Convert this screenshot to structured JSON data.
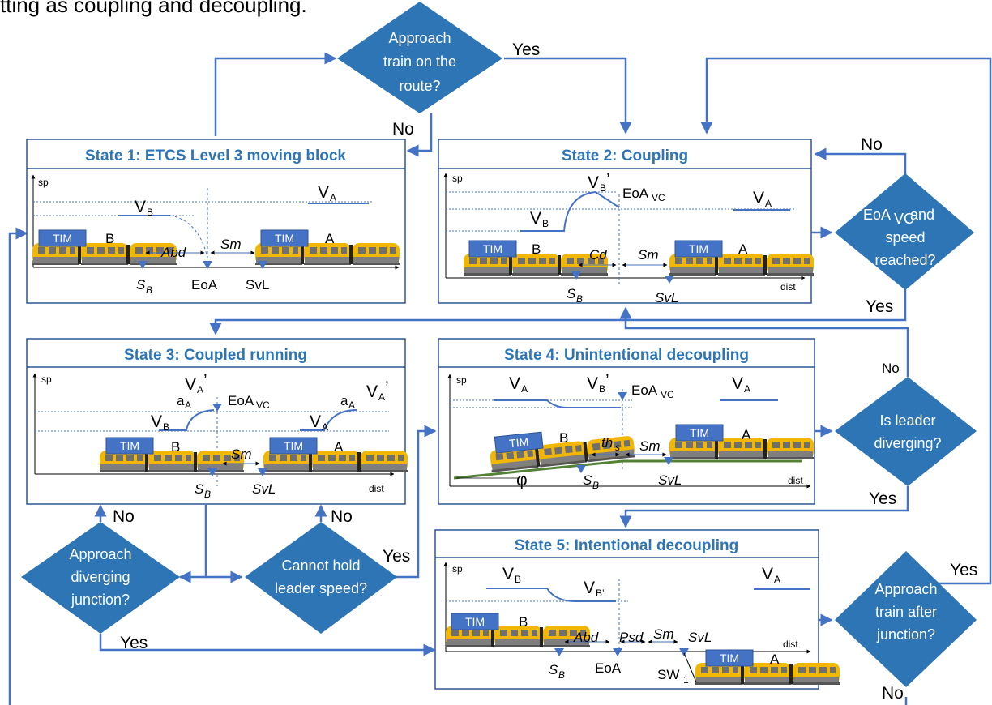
{
  "intro_text": "tting as coupling and decoupling.",
  "states": {
    "s1": "State 1: ETCS Level 3 moving block",
    "s2": "State 2: Coupling",
    "s3": "State 3: Coupled running",
    "s4": "State 4: Unintentional decoupling",
    "s5": "State 5: Intentional decoupling"
  },
  "decisions": {
    "approach_route": [
      "Approach",
      "train on the",
      "route?"
    ],
    "eoa_speed": [
      "EoA",
      "VC",
      " and",
      "speed",
      "reached?"
    ],
    "leader_diverging": [
      "Is leader",
      "diverging?"
    ],
    "approach_junction": [
      "Approach",
      "diverging",
      "junction?"
    ],
    "cannot_hold": [
      "Cannot hold",
      "leader speed?"
    ],
    "approach_after": [
      "Approach",
      "train after",
      "junction?"
    ]
  },
  "answers": {
    "yes": "Yes",
    "no": "No"
  },
  "graph": {
    "sp": "sp",
    "dist": "dist",
    "tim": "TIM",
    "train_a": "A",
    "train_b": "B",
    "V": "V",
    "sub_A": "A",
    "sub_B": "B",
    "prime": "’",
    "EoA": "EoA",
    "sub_VC": "VC",
    "S": "S",
    "SvL": "SvL",
    "Sm": "Sm",
    "Abd": "Abd",
    "Cd": "Cd",
    "Psd": "Psd",
    "th": "th",
    "sub_s": "s",
    "a": "a",
    "phi": "φ",
    "SW": "SW",
    "sub_1": "1",
    "B_apos": "B’"
  }
}
